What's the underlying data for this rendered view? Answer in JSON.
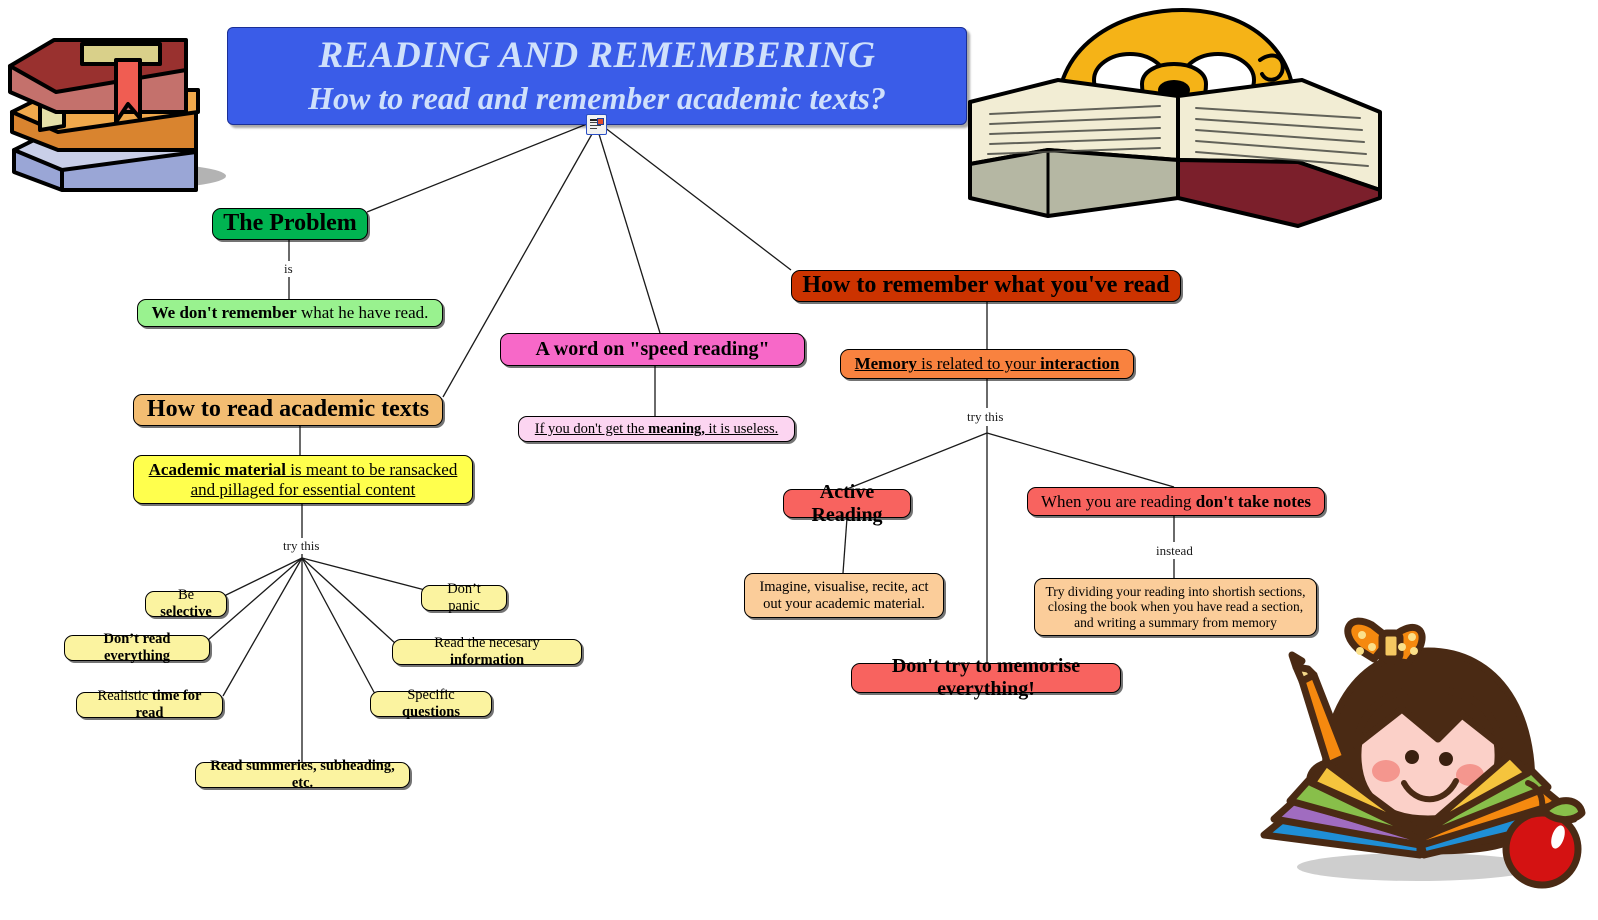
{
  "title": {
    "line1": "READING AND REMEMBERING",
    "line2": "How to read and remember academic texts?",
    "bg_color": "#3a5ce8",
    "text_color": "#cfe0fb"
  },
  "hub": {
    "icon": "document-icon"
  },
  "edge_labels": {
    "problem_is": "is",
    "academic_try_this": "try this",
    "memory_try_this": "try this",
    "notes_instead": "instead"
  },
  "branches": {
    "problem": {
      "header": "The Problem",
      "header_color": "#00b451",
      "child": {
        "bold": "We don't remember",
        "rest": " what he have read.",
        "color": "#99f28f"
      }
    },
    "how_to_read": {
      "header": "How to read academic texts",
      "header_color": "#f3bd72",
      "statement": {
        "bold": "Academic material",
        "rest": " is meant to be ransacked and pillaged for essential content",
        "color": "#ffff4d"
      },
      "tips": [
        {
          "plain": "Be ",
          "bold": "selective"
        },
        {
          "plain": "",
          "bold": "Don’t read everything"
        },
        {
          "plain": "Realistic ",
          "bold": "time for read"
        },
        {
          "plain": "",
          "bold": "Read summeries, subheading, etc."
        },
        {
          "plain": "Specific ",
          "bold": "questions"
        },
        {
          "plain": "Read the necesary ",
          "bold": "information"
        },
        {
          "plain": "Don’t panic",
          "bold": ""
        }
      ],
      "tip_color": "#fbf3a0"
    },
    "speed_reading": {
      "header": "A word on \"speed reading\"",
      "header_color": "#f768c8",
      "child": {
        "pre": "If you don't get the ",
        "bold": "meaning,",
        "post": " it is useless.",
        "color": "#fcd5f1"
      }
    },
    "how_to_remember": {
      "header": "How to remember what you've read",
      "header_color": "#cc3300",
      "memory": {
        "bold": "Memory",
        "rest": " is related to your ",
        "bold2": "interaction",
        "color": "#f9823f"
      },
      "active_reading": {
        "header": "Active Reading",
        "header_color": "#f8635f",
        "child": "Imagine, visualise, recite, act out your academic material.",
        "child_color": "#fbcd9a"
      },
      "dont_take_notes": {
        "header_pre": "When you are reading ",
        "header_bold": "don't take notes",
        "header_color": "#f8635f",
        "child": "Try dividing your reading into shortish sections, closing the book when you have read a section, and writing a summary from memory",
        "child_color": "#fbcd9a"
      },
      "dont_memorise": {
        "text": "Don't try to memorise everything!",
        "color": "#f8635f"
      }
    }
  },
  "clipart": {
    "book_stack": "stacked-books-image",
    "jake_reading": "cartoon-dog-reading-book-image",
    "girl_reading": "girl-reading-book-image"
  }
}
